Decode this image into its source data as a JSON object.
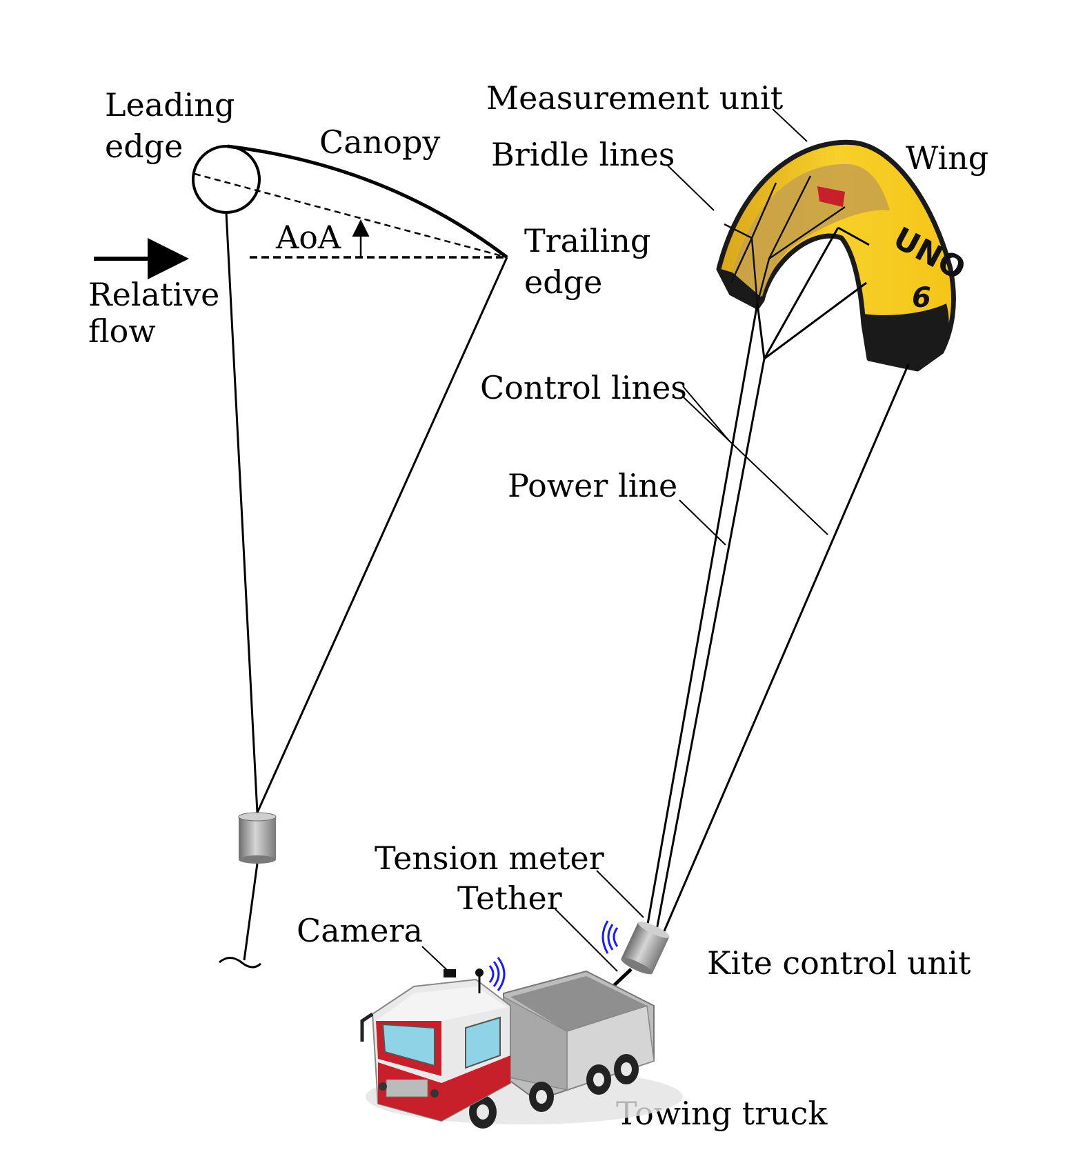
{
  "diagram": {
    "labels": {
      "leading_edge": [
        "Leading",
        "edge"
      ],
      "canopy": "Canopy",
      "aoa": "AoA",
      "trailing_edge": [
        "Trailing",
        "edge"
      ],
      "relative_flow": [
        "Relative",
        "flow"
      ],
      "measurement_unit": "Measurement unit",
      "bridle_lines": "Bridle lines",
      "wing": "Wing",
      "control_lines": "Control lines",
      "power_line": "Power line",
      "tension_meter": "Tension meter",
      "tether": "Tether",
      "camera": "Camera",
      "kite_control_unit": "Kite control unit",
      "towing_truck": "Towing truck"
    },
    "kite_print": {
      "brand": "UNO",
      "size": "6"
    },
    "colors": {
      "wing_yellow": "#f5c518",
      "wing_dark": "#222222",
      "truck_red": "#c8202a",
      "truck_window": "#8ed3e6",
      "truck_bed": "#9a9a9a",
      "signal_blue": "#1a1aff",
      "line": "#000000"
    }
  }
}
